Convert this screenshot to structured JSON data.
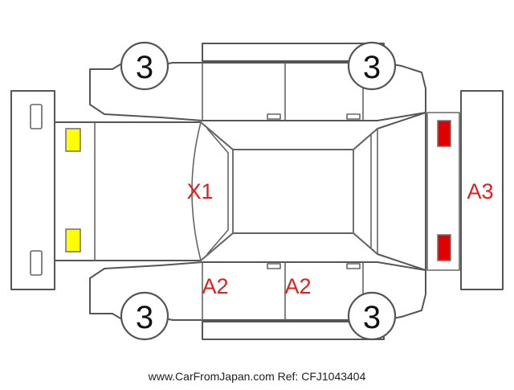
{
  "wheels": {
    "front_left": "3",
    "rear_left": "3",
    "front_right": "3",
    "rear_right": "3"
  },
  "damage_marks": {
    "windshield": "X1",
    "left_front_door": "A2",
    "left_rear_door": "A2",
    "rear_bumper": "A3"
  },
  "colors": {
    "mark_red": "#e0201e",
    "headlight_yellow": "#ffff00",
    "taillight_red": "#e00000",
    "outline": "#555555"
  },
  "footer": {
    "source": "www.CarFromJapan.com Ref: CFJ1043404"
  }
}
